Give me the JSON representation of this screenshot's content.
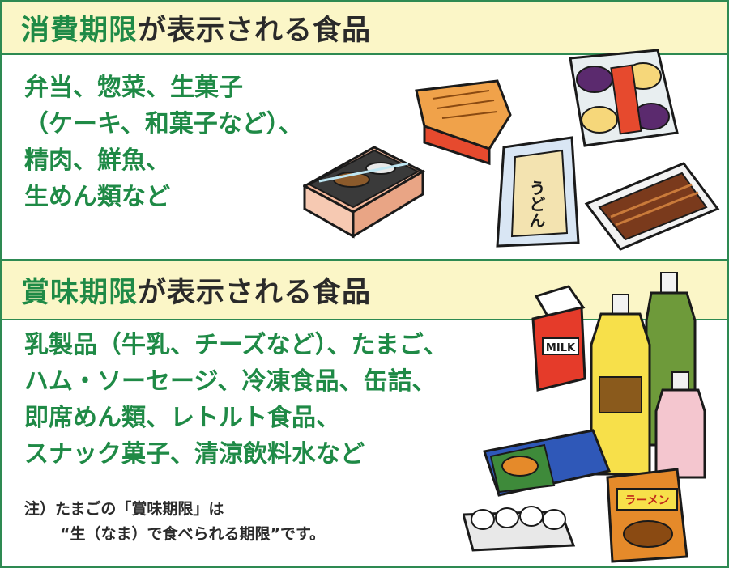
{
  "sections": [
    {
      "keyword": "消費期限",
      "title_rest": "が表示される食品",
      "lines": [
        "弁当、惣菜、生菓子",
        "（ケーキ、和菓子など）、",
        "精肉、鮮魚、",
        "生めん類など"
      ]
    },
    {
      "keyword": "賞味期限",
      "title_rest": "が表示される食品",
      "lines": [
        "乳製品（牛乳、チーズなど）、たまご、",
        "ハム・ソーセージ、冷凍食品、缶詰、",
        "即席めん類、レトルト食品、",
        "スナック菓子、清涼飲料水など"
      ],
      "note": {
        "line1": "注）たまごの「賞味期限」は",
        "line2": "“生（なま）で食べられる期限”です。"
      }
    }
  ],
  "illustration_labels": {
    "udon": "うどん",
    "milk": "MILK",
    "ramen": "ラーメン"
  },
  "colors": {
    "border": "#2e8a52",
    "header_bg": "#fbf6c7",
    "keyword": "#1f8a46",
    "text": "#2a2a2a"
  }
}
